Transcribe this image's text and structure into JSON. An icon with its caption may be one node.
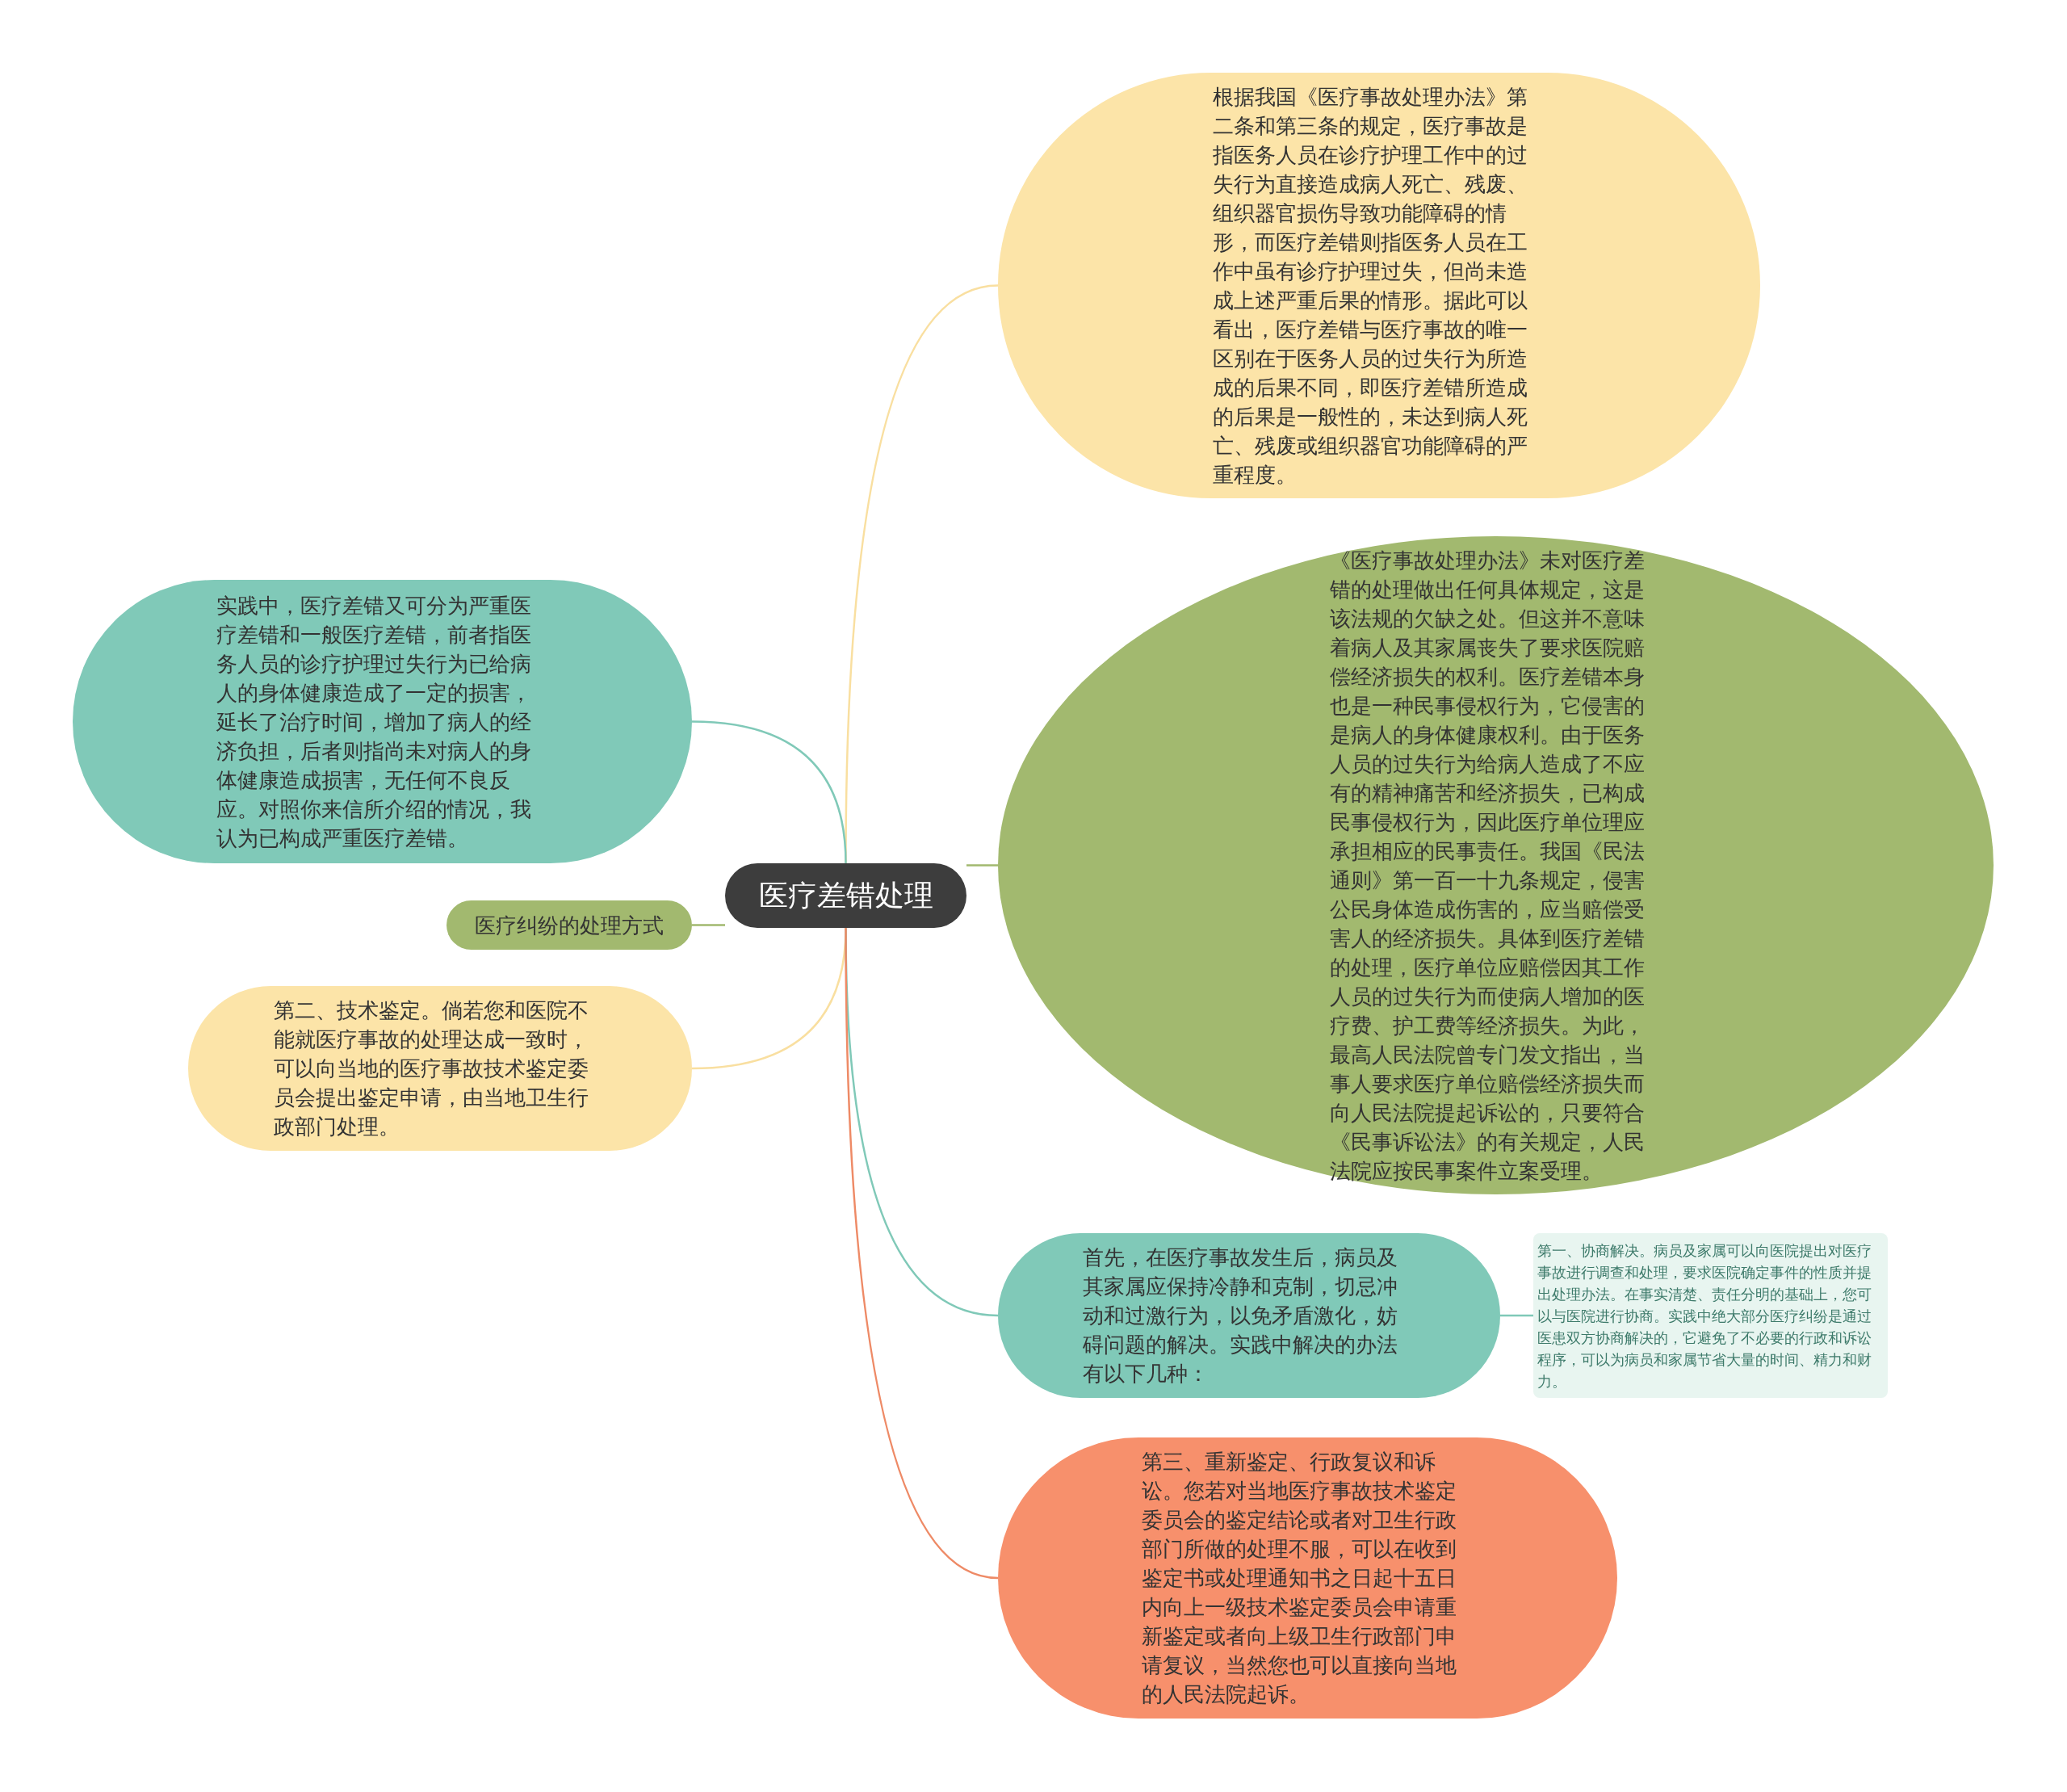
{
  "diagram": {
    "nodes": [
      {
        "text": [
          "医疗差错处理"
        ]
      },
      {
        "text": [
          "根据我国《医疗事故处理办法》第二条和第三条的规定，医疗事故是指医务人员在诊疗护理工作中的过失行为直接造成病人死亡、残废、组织器官损伤导致功能障碍的情形，而医疗差错则指医务人员在工作中虽有诊疗护理过失，但尚未造成上述严重后果的情形。据此可以看出，医疗差错与医疗事故的唯一区别在于医务人员的过失行为所造成的后果不同，即医疗差错所造成的后果是一般性的，未达到病人死亡、残废或组织器官功能障碍的严重程度。"
        ]
      },
      {
        "text": [
          "《医疗事故处理办法》未对医疗差错的处理做出任何具体规定，这是该法规的欠缺之处。但这并不意味着病人及其家属丧失了要求医院赔偿经济损失的权利。医疗差错本身也是一种民事侵权行为，它侵害的是病人的身体健康权利。由于医务人员的过失行为给病人造成了不应有的精神痛苦和经济损失，已构成民事侵权行为，因此医疗单位理应承担相应的民事责任。我国《民法通则》第一百一十九条规定，侵害公民身体造成伤害的，应当赔偿受害人的经济损失。具体到医疗差错的处理，医疗单位应赔偿因其工作人员的过失行为而使病人增加的医疗费、护工费等经济损失。为此，最高人民法院曾专门发文指出，当事人要求医疗单位赔偿经济损失而向人民法院提起诉讼的，只要符合《民事诉讼法》的有关规定，人民法院应按民事案件立案受理。"
        ]
      },
      {
        "text": [
          "实践中，医疗差错又可分为严重医疗差错和一般医疗差错，前者指医务人员的诊疗护理过失行为已给病人的身体健康造成了一定的损害，延长了治疗时间，增加了病人的经济负担，后者则指尚未对病人的身体健康造成损害，无任何不良反应。对照你来信所介绍的情况，我认为已构成严重医疗差错。"
        ]
      },
      {
        "text": [
          "医疗纠纷的处理方式"
        ]
      },
      {
        "text": [
          "第二、技术鉴定。倘若您和医院不能就医疗事故的处理达成一致时，可以向当地的医疗事故技术鉴定委员会提出鉴定申请，由当地卫生行政部门处理。"
        ]
      },
      {
        "text": [
          "首先，在医疗事故发生后，病员及其家属应保持冷静和克制，切忌冲动和过激行为，以免矛盾激化，妨碍问题的解决。实践中解决的办法有以下几种："
        ]
      },
      {
        "text": [
          "第一、协商解决。病员及家属可以向医院提出对医疗事故进行调查和处理，要求医院确定事件的性质并提出处理办法。在事实清楚、责任分明的基础上，您可以与医院进行协商。实践中绝大部分医疗纠纷是通过医患双方协商解决的，它避免了不必要的行政和诉讼程序，可以为病员和家属节省大量的时间、精力和财力。"
        ]
      },
      {
        "text": [
          "第三、重新鉴定、行政复议和诉讼。您若对当地医疗事故技术鉴定委员会的鉴定结论或者对卫生行政部门所做的处理不服，可以在收到鉴定书或处理通知书之日起十五日内向上一级技术鉴定委员会申请重新鉴定或者向上级卫生行政部门申请复议，当然您也可以直接向当地的人民法院起诉。"
        ]
      }
    ],
    "edges": [
      {
        "from": 0,
        "to": 1,
        "arrow": "none",
        "color": "#f9dfa0"
      },
      {
        "from": 0,
        "to": 2,
        "arrow": "none",
        "color": "#a2b96f"
      },
      {
        "from": 0,
        "to": 3,
        "arrow": "none"
      },
      {
        "from": 0,
        "to": 4,
        "arrow": "none",
        "color": "#a2b96f"
      },
      {
        "from": 0,
        "to": 5,
        "arrow": "none",
        "color": "#f9dfa0"
      },
      {
        "from": 0,
        "to": 6,
        "arrow": "none"
      },
      {
        "from": 0,
        "to": 8,
        "arrow": "none",
        "color": "#ee8a66"
      },
      {
        "from": 6,
        "to": 7,
        "arrow": "none"
      }
    ]
  }
}
